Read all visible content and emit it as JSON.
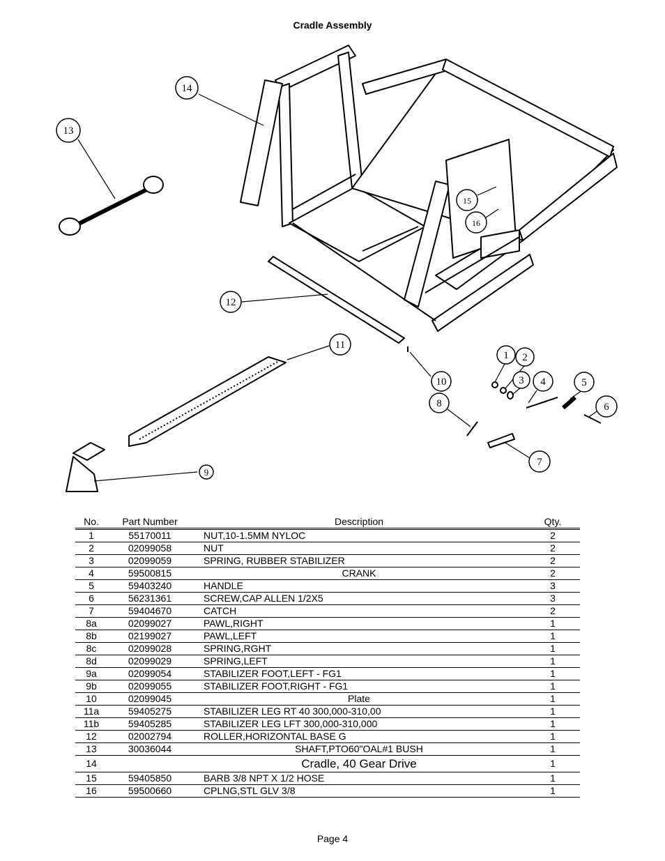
{
  "page_title": "Cradle Assembly",
  "callouts": [
    "14",
    "13",
    "15",
    "16",
    "12",
    "11",
    "10",
    "1",
    "2",
    "3",
    "4",
    "5",
    "6",
    "8",
    "7",
    "9"
  ],
  "table": {
    "headers": {
      "no": "No.",
      "part_number": "Part Number",
      "description": "Description",
      "qty": "Qty."
    },
    "rows": [
      {
        "no": "1",
        "part_number": "55170011",
        "description": "NUT,10-1.5MM NYLOC",
        "qty": "2"
      },
      {
        "no": "2",
        "part_number": "02099058",
        "description": "NUT",
        "qty": "2"
      },
      {
        "no": "3",
        "part_number": "02099059",
        "description": "SPRING, RUBBER STABILIZER",
        "qty": "2"
      },
      {
        "no": "4",
        "part_number": "59500815",
        "description": "CRANK",
        "qty": "2"
      },
      {
        "no": "5",
        "part_number": "59403240",
        "description": "HANDLE",
        "qty": "3"
      },
      {
        "no": "6",
        "part_number": "56231361",
        "description": "SCREW,CAP ALLEN 1/2X5",
        "qty": "3"
      },
      {
        "no": "7",
        "part_number": "59404670",
        "description": "CATCH",
        "qty": "2"
      },
      {
        "no": "8a",
        "part_number": "02099027",
        "description": "PAWL,RIGHT",
        "qty": "1"
      },
      {
        "no": "8b",
        "part_number": "02199027",
        "description": "PAWL,LEFT",
        "qty": "1"
      },
      {
        "no": "8c",
        "part_number": "02099028",
        "description": "SPRING,RGHT",
        "qty": "1"
      },
      {
        "no": "8d",
        "part_number": "02099029",
        "description": "SPRING,LEFT",
        "qty": "1"
      },
      {
        "no": "9a",
        "part_number": "02099054",
        "description": "STABILIZER FOOT,LEFT - FG1",
        "qty": "1"
      },
      {
        "no": "9b",
        "part_number": "02099055",
        "description": "STABILIZER FOOT,RIGHT - FG1",
        "qty": "1"
      },
      {
        "no": "10",
        "part_number": "02099045",
        "description": "Plate",
        "qty": "1"
      },
      {
        "no": "11a",
        "part_number": "59405275",
        "description": "STABILIZER LEG RT 40 300,000-310,00",
        "qty": "1"
      },
      {
        "no": "11b",
        "part_number": "59405285",
        "description": "STABILIZER LEG LFT 300,000-310,000",
        "qty": "1"
      },
      {
        "no": "12",
        "part_number": "02002794",
        "description": "ROLLER,HORIZONTAL BASE G",
        "qty": "1"
      },
      {
        "no": "13",
        "part_number": "30036044",
        "description": "SHAFT,PTO60\"OAL#1 BUSH",
        "qty": "1"
      },
      {
        "no": "14",
        "part_number": "",
        "description": "Cradle, 40 Gear Drive",
        "qty": "1"
      },
      {
        "no": "15",
        "part_number": "59405850",
        "description": "BARB 3/8 NPT X 1/2 HOSE",
        "qty": "1"
      },
      {
        "no": "16",
        "part_number": "59500660",
        "description": "CPLNG,STL GLV 3/8",
        "qty": "1"
      }
    ]
  },
  "footer": "Page 4"
}
